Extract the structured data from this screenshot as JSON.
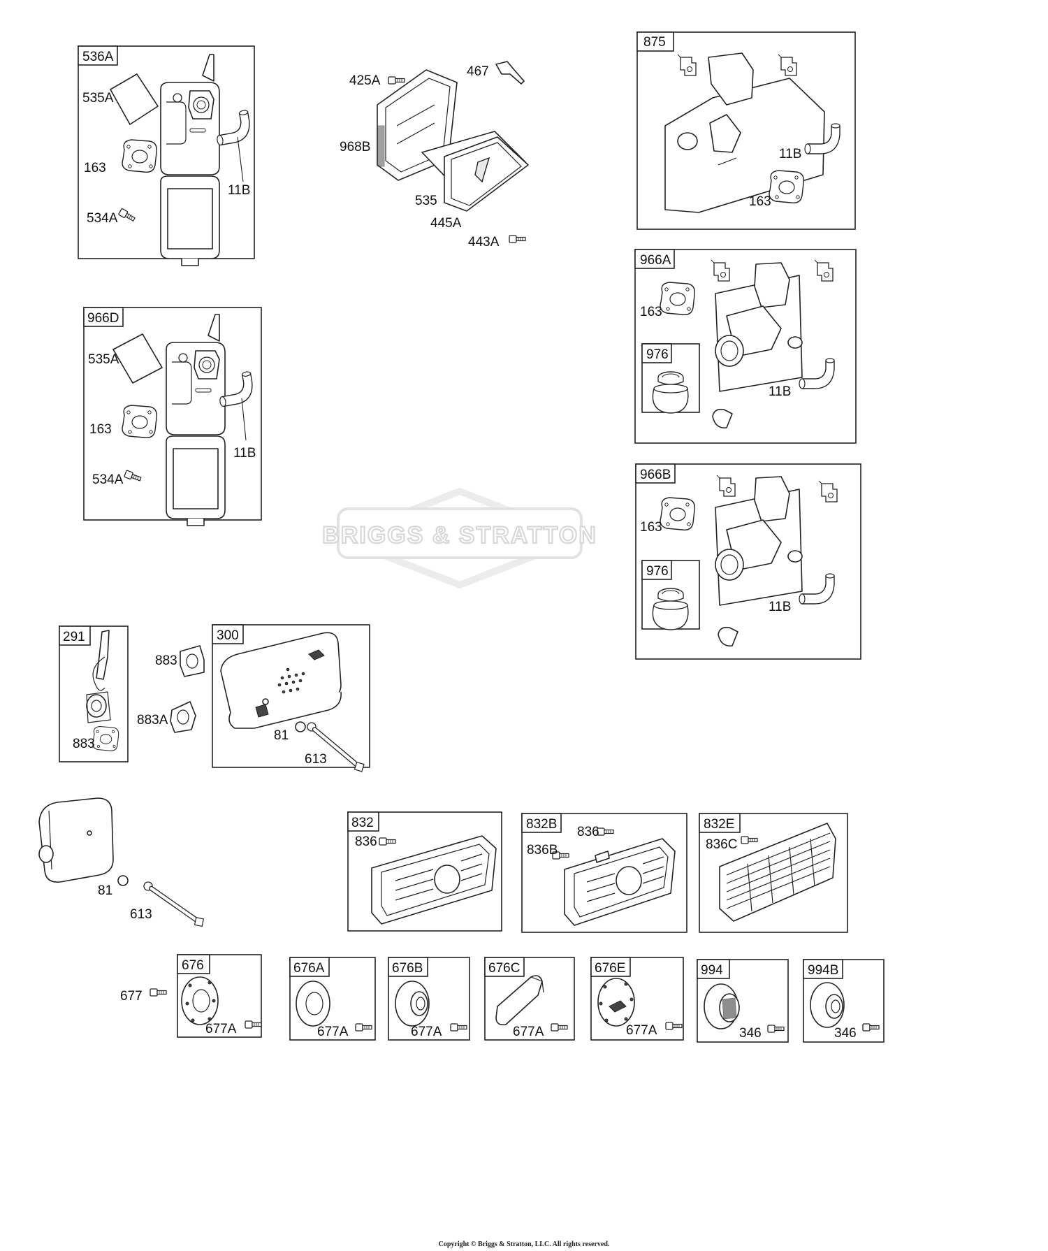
{
  "watermark": {
    "brand_text": "BRIGGS & STRATTON"
  },
  "copyright": "Copyright © Briggs & Stratton, LLC. All rights reserved.",
  "groups": {
    "g536A": "536A",
    "g966D": "966D",
    "g875": "875",
    "g966A": "966A",
    "g976a": "976",
    "g966B": "966B",
    "g976b": "976",
    "g291": "291",
    "g300": "300",
    "g832": "832",
    "g832B": "832B",
    "g832E": "832E",
    "g676": "676",
    "g676A": "676A",
    "g676B": "676B",
    "g676C": "676C",
    "g676E": "676E",
    "g994": "994",
    "g994B": "994B"
  },
  "callouts": {
    "a535A": "535A",
    "a163": "163",
    "a534A": "534A",
    "a11B": "11B",
    "b425A": "425A",
    "b467": "467",
    "b968B": "968B",
    "b535": "535",
    "b445A": "445A",
    "b443A": "443A",
    "c11B": "11B",
    "c163": "163",
    "d163": "163",
    "d11B": "11B",
    "e163": "163",
    "e11B": "11B",
    "f535A": "535A",
    "f163": "163",
    "f534A": "534A",
    "f11B": "11B",
    "h883": "883",
    "i883": "883",
    "i883A": "883A",
    "j81": "81",
    "j613": "613",
    "k81": "81",
    "k613": "613",
    "m836": "836",
    "n836": "836",
    "n836B": "836B",
    "o836C": "836C",
    "p677": "677",
    "p677A": "677A",
    "q677A": "677A",
    "r677A": "677A",
    "s677A": "677A",
    "t677A": "677A",
    "u346": "346",
    "v346": "346"
  }
}
